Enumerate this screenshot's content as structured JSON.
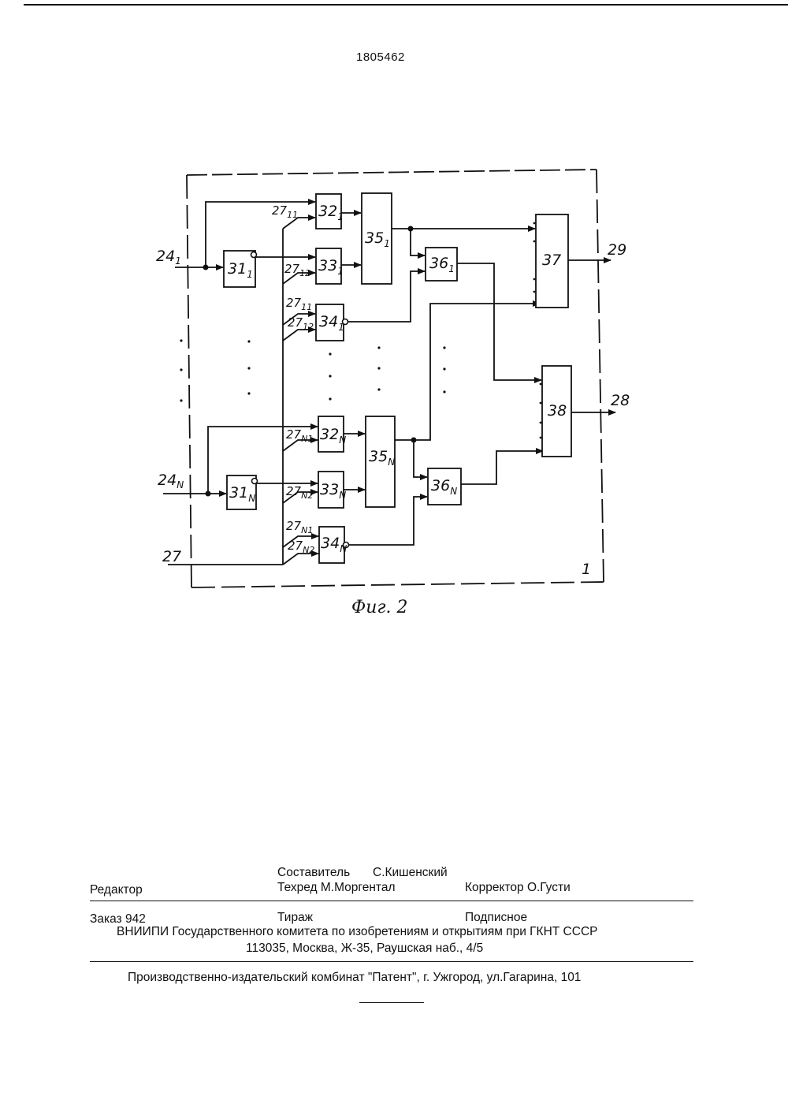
{
  "patent_number": "1805462",
  "diagram": {
    "caption": "Фиг. 2",
    "block_label": "1",
    "inputs": {
      "in1": "24",
      "in1_sub": "1",
      "inN": "24",
      "inN_sub": "N",
      "in27": "27"
    },
    "outputs": {
      "out29": "29",
      "out28": "28"
    },
    "blocks": [
      {
        "id": "b31_1",
        "main": "31",
        "sub": "1"
      },
      {
        "id": "b32_1",
        "main": "32",
        "sub": "1"
      },
      {
        "id": "b33_1",
        "main": "33",
        "sub": "1"
      },
      {
        "id": "b34_1",
        "main": "34",
        "sub": "1"
      },
      {
        "id": "b35_1",
        "main": "35",
        "sub": "1"
      },
      {
        "id": "b36_1",
        "main": "36",
        "sub": "1"
      },
      {
        "id": "b37",
        "main": "37",
        "sub": ""
      },
      {
        "id": "b38",
        "main": "38",
        "sub": ""
      },
      {
        "id": "b31_N",
        "main": "31",
        "sub": "N"
      },
      {
        "id": "b32_N",
        "main": "32",
        "sub": "N"
      },
      {
        "id": "b33_N",
        "main": "33",
        "sub": "N"
      },
      {
        "id": "b34_N",
        "main": "34",
        "sub": "N"
      },
      {
        "id": "b35_N",
        "main": "35",
        "sub": "N"
      },
      {
        "id": "b36_N",
        "main": "36",
        "sub": "N"
      }
    ],
    "bus_labels": [
      {
        "main": "27",
        "sub": "11"
      },
      {
        "main": "27",
        "sub": "12"
      },
      {
        "main": "27",
        "sub": "11"
      },
      {
        "main": "27",
        "sub": "12"
      },
      {
        "main": "27",
        "sub": "N1"
      },
      {
        "main": "27",
        "sub": "N2"
      },
      {
        "main": "27",
        "sub": "N1"
      },
      {
        "main": "27",
        "sub": "N2"
      }
    ]
  },
  "footer": {
    "compiler_label": "Составитель",
    "compiler_name": "С.Кишенский",
    "editor_label": "Редактор",
    "tech_editor": "Техред М.Моргентал",
    "corrector": "Корректор О.Густи",
    "order": "Заказ  942",
    "circulation": "Тираж",
    "subscription": "Подписное",
    "institute": "ВНИИПИ Государственного комитета по изобретениям и открытиям при ГКНТ СССР",
    "address": "113035, Москва, Ж-35, Раушская наб., 4/5",
    "publisher": "Производственно-издательский комбинат \"Патент\", г. Ужгород, ул.Гагарина, 101"
  }
}
